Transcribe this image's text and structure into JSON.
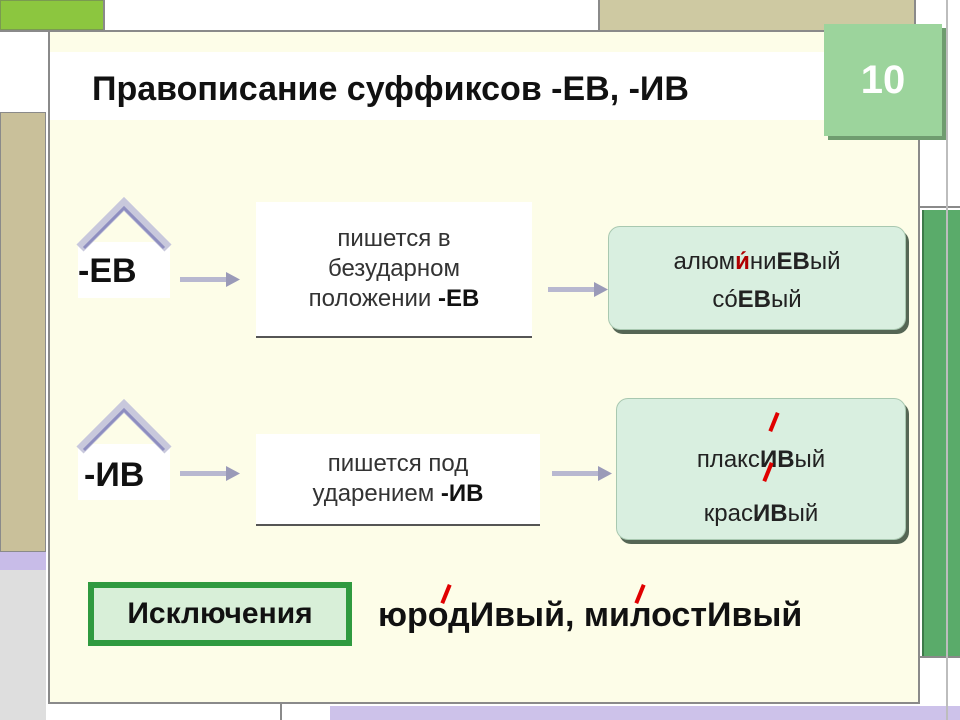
{
  "slide": {
    "title": "Правописание суффиксов -ЕВ, -ИВ",
    "number": "10"
  },
  "rows": [
    {
      "suffix": "-ЕВ",
      "rule_line1": "пишется в",
      "rule_line2": "безударном",
      "rule_line3_text": "положении ",
      "rule_line3_bold": "-ЕВ",
      "examples": [
        {
          "a": "алюм",
          "b": "и́",
          "c": "ни",
          "d": "ЕВ",
          "e": "ый"
        },
        {
          "a": "с",
          "b": "ó",
          "c": "",
          "d": "ЕВ",
          "e": "ый"
        }
      ]
    },
    {
      "suffix": "-ИВ",
      "rule_line1": "пишется под",
      "rule_line2_text": "ударением ",
      "rule_line2_bold": "-ИВ",
      "examples": [
        {
          "a": "плакс",
          "d": "ИВ",
          "e": "ый"
        },
        {
          "a": "крас",
          "d": "ИВ",
          "e": "ый"
        }
      ]
    }
  ],
  "exceptions": {
    "label": "Исключения",
    "word1_a": "юрод",
    "word1_b": "Ивый",
    "separator": ", ",
    "word2_a": "милост",
    "word2_b": "Ивый"
  },
  "colors": {
    "slide_number_bg": "#9cd49c",
    "exceptions_border": "#2f9a3f",
    "example_box_bg": "#d9efe0",
    "stress_mark": "#e00000"
  }
}
